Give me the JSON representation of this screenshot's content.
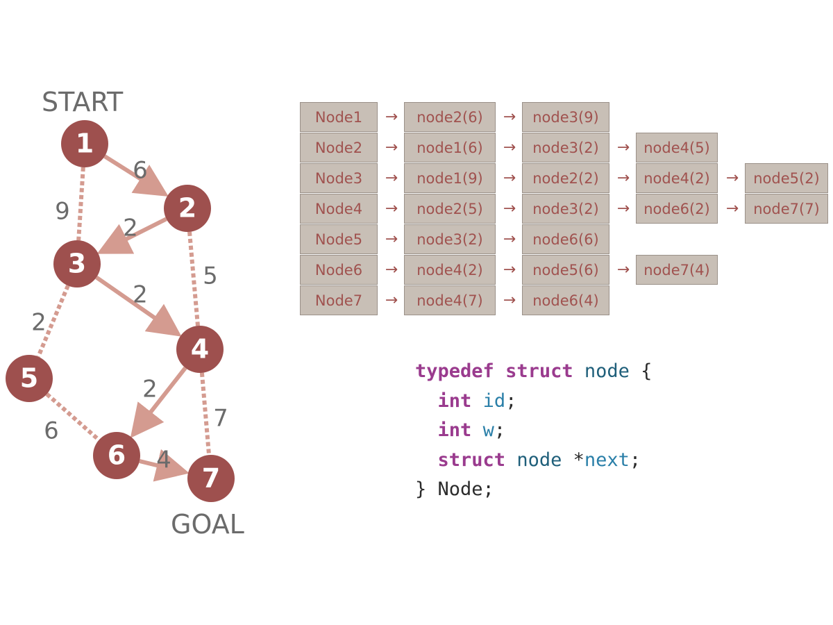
{
  "graph": {
    "start_label": "START",
    "goal_label": "GOAL",
    "nodes": [
      {
        "id": "1"
      },
      {
        "id": "2"
      },
      {
        "id": "3"
      },
      {
        "id": "4"
      },
      {
        "id": "5"
      },
      {
        "id": "6"
      },
      {
        "id": "7"
      }
    ],
    "edges": [
      {
        "from": "1",
        "to": "2",
        "weight": "6",
        "style": "arrow"
      },
      {
        "from": "1",
        "to": "3",
        "weight": "9",
        "style": "dotted"
      },
      {
        "from": "2",
        "to": "3",
        "weight": "2",
        "style": "arrow"
      },
      {
        "from": "2",
        "to": "4",
        "weight": "5",
        "style": "dotted"
      },
      {
        "from": "3",
        "to": "4",
        "weight": "2",
        "style": "arrow"
      },
      {
        "from": "3",
        "to": "5",
        "weight": "2",
        "style": "dotted"
      },
      {
        "from": "4",
        "to": "6",
        "weight": "2",
        "style": "arrow"
      },
      {
        "from": "4",
        "to": "7",
        "weight": "7",
        "style": "dotted"
      },
      {
        "from": "5",
        "to": "6",
        "weight": "6",
        "style": "dotted"
      },
      {
        "from": "6",
        "to": "7",
        "weight": "4",
        "style": "arrow"
      }
    ],
    "colors": {
      "node": "#9e504e",
      "edge": "#d49b90",
      "label": "#6b6b6b"
    }
  },
  "adjacency": {
    "arrow_glyph": "→",
    "rows": [
      {
        "head": "Node1",
        "items": [
          "node2(6)",
          "node3(9)"
        ]
      },
      {
        "head": "Node2",
        "items": [
          "node1(6)",
          "node3(2)",
          "node4(5)"
        ]
      },
      {
        "head": "Node3",
        "items": [
          "node1(9)",
          "node2(2)",
          "node4(2)",
          "node5(2)"
        ]
      },
      {
        "head": "Node4",
        "items": [
          "node2(5)",
          "node3(2)",
          "node6(2)",
          "node7(7)"
        ]
      },
      {
        "head": "Node5",
        "items": [
          "node3(2)",
          "node6(6)"
        ]
      },
      {
        "head": "Node6",
        "items": [
          "node4(2)",
          "node5(6)",
          "node7(4)"
        ]
      },
      {
        "head": "Node7",
        "items": [
          "node4(7)",
          "node6(4)"
        ]
      }
    ],
    "colors": {
      "cell_bg": "#c8bfb6",
      "text": "#a0524f"
    }
  },
  "code": {
    "line1": {
      "typedef": "typedef",
      "struct": "struct",
      "name": "node",
      "brace": "{"
    },
    "line2": {
      "type": "int",
      "field": "id",
      "semi": ";"
    },
    "line3": {
      "type": "int",
      "field": "w",
      "semi": ";"
    },
    "line4": {
      "struct": "struct",
      "name": "node",
      "star": "*",
      "field": "next",
      "semi": ";"
    },
    "line5": {
      "text": "} Node;"
    }
  }
}
